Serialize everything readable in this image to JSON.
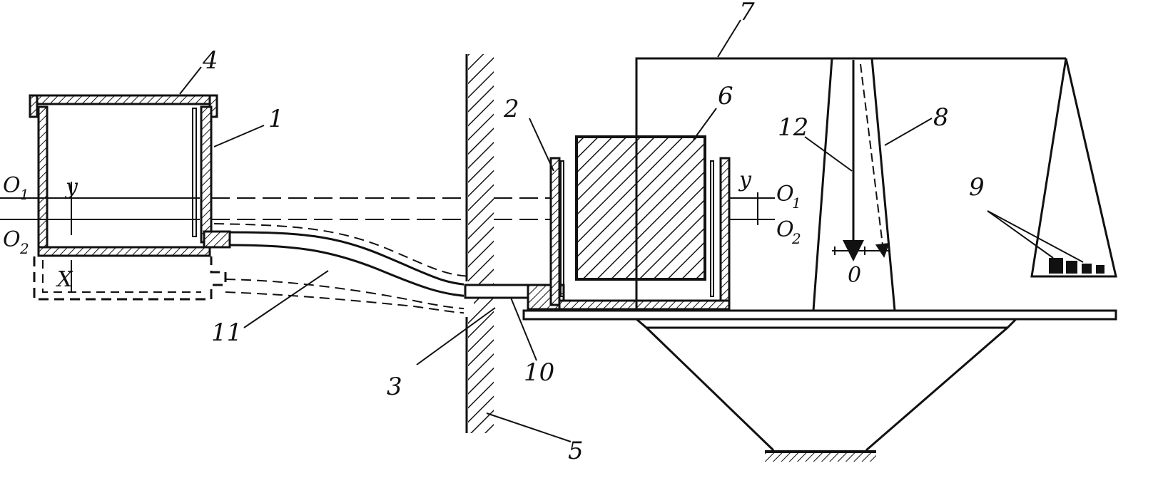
{
  "colors": {
    "ink": "#111111",
    "paper": "#ffffff"
  },
  "callouts": [
    "1",
    "2",
    "3",
    "4",
    "5",
    "6",
    "7",
    "8",
    "9",
    "10",
    "11",
    "12"
  ],
  "levels": {
    "left_upper": {
      "main": "O",
      "sub": "1"
    },
    "left_lower": {
      "main": "O",
      "sub": "2"
    },
    "right_upper": {
      "main": "O",
      "sub": "1"
    },
    "right_lower": {
      "main": "O",
      "sub": "2"
    }
  },
  "dimensions": {
    "left_y": "y",
    "left_x": "X",
    "right_y": "y",
    "scale_zero": "0"
  }
}
